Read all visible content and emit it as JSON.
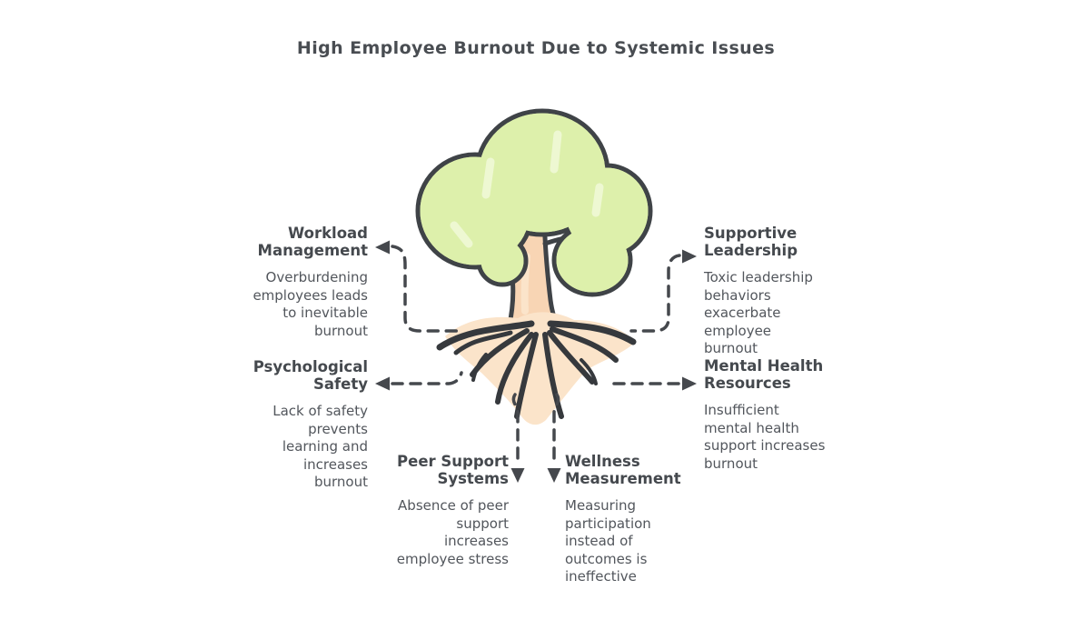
{
  "title": "High Employee Burnout Due to Systemic Issues",
  "nodes": {
    "workload": {
      "label": "Workload\nManagement",
      "desc": "Overburdening\nemployees leads\nto inevitable\nburnout"
    },
    "psychological": {
      "label": "Psychological\nSafety",
      "desc": "Lack of safety\nprevents\nlearning and\nincreases\nburnout"
    },
    "peer": {
      "label": "Peer Support\nSystems",
      "desc": "Absence of peer\nsupport\nincreases\nemployee stress"
    },
    "wellness": {
      "label": "Wellness\nMeasurement",
      "desc": "Measuring\nparticipation\ninstead of\noutcomes is\nineffective"
    },
    "supportive": {
      "label": "Supportive\nLeadership",
      "desc": "Toxic leadership\nbehaviors\nexacerbate\nemployee\nburnout"
    },
    "mental": {
      "label": "Mental Health\nResources",
      "desc": "Insufficient\nmental health\nsupport increases\nburnout"
    }
  },
  "colors": {
    "ink": "#45484d",
    "text": "#4a4e54",
    "foliage": "#ddf0ab",
    "foliage_highlight": "#edf8cf",
    "trunk": "#f8d5b4",
    "root_glow": "#fbe4ca"
  }
}
